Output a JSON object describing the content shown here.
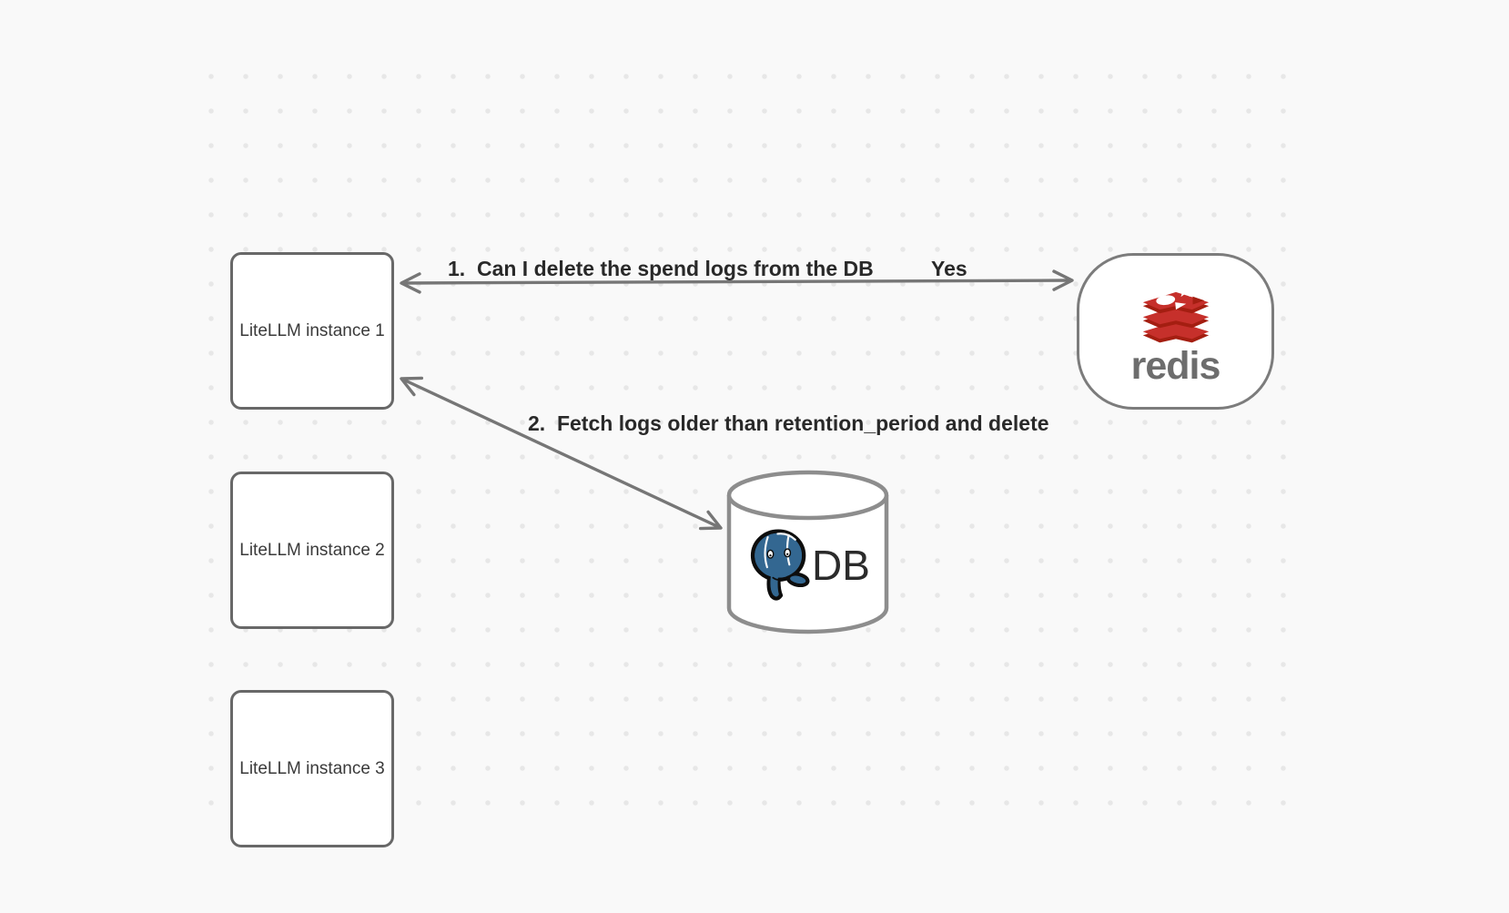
{
  "canvas": {
    "background_color": "#f9f9f9",
    "dot_color": "#e7e7e7"
  },
  "nodes": {
    "instance1": {
      "label": "LiteLLM instance 1"
    },
    "instance2": {
      "label": "LiteLLM instance 2"
    },
    "instance3": {
      "label": "LiteLLM instance 3"
    },
    "redis": {
      "wordmark": "redis",
      "logo_icon": "redis-stack-logo-icon",
      "logo_red": "#c6302b",
      "logo_dark_red": "#a41e11",
      "wordmark_color": "#6d6d6d"
    },
    "database": {
      "label": "DB",
      "shape": "cylinder",
      "logo_icon": "postgresql-elephant-icon",
      "logo_blue": "#336791"
    }
  },
  "edges": {
    "edge1": {
      "label": "1.  Can I delete the spend logs from the DB",
      "reply": "Yes",
      "endpoints": [
        "instance1",
        "redis"
      ],
      "style": "double-headed-arrow"
    },
    "edge2": {
      "label": "2.  Fetch logs older than retention_period and delete",
      "endpoints": [
        "instance1",
        "database"
      ],
      "style": "double-headed-arrow"
    }
  }
}
